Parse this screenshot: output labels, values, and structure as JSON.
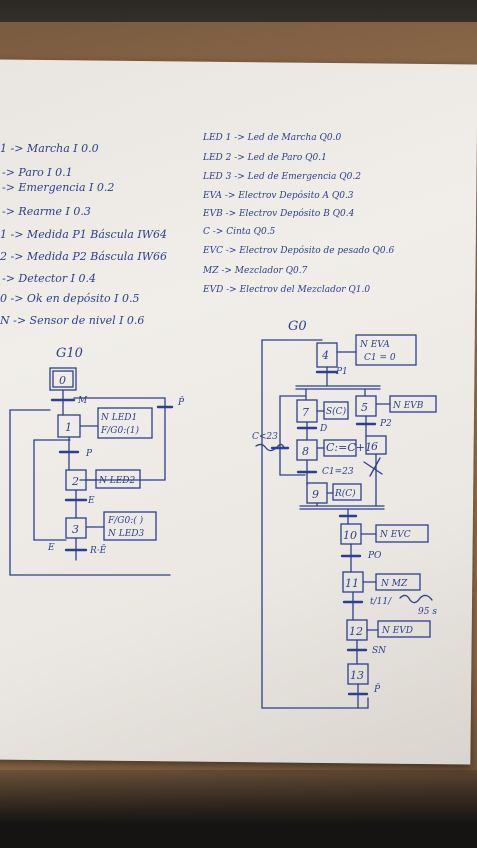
{
  "left_list": [
    "1 -> Marcha  I 0.0",
    "-> Paro  I 0.1",
    "-> Emergencia  I 0.2",
    "-> Rearme  I 0.3",
    "1 -> Medida P1 Báscula  IW64",
    "2 -> Medida P2 Báscula  IW66",
    "-> Detector  I 0.4",
    "0 -> Ok en depósito  I 0.5",
    "N -> Sensor de nivel  I 0.6"
  ],
  "right_list": [
    "LED 1 -> Led de Marcha  Q0.0",
    "LED 2 -> Led de Paro  Q0.1",
    "LED 3 -> Led de Emergencia  Q0.2",
    "EVA -> Electrov  Depósito A  Q0.3",
    "EVB -> Electrov  Depósito B  Q0.4",
    "C -> Cinta  Q0.5",
    "EVC -> Electrov  Depósito de pesado  Q0.6",
    "MZ -> Mezclador  Q0.7",
    "EVD -> Electrov  del Mezclador  Q1.0"
  ],
  "g10": {
    "title": "G10",
    "step0": "0",
    "t_m": "M",
    "t_pbar": "P̄",
    "step1": "1",
    "action1a": "N  LED1",
    "action1b": "F/G0:(1)",
    "t_p": "P",
    "step2": "2",
    "action2": "N  LED2",
    "t_e": "E",
    "step3": "3",
    "action3a": "F/G0:( )",
    "action3b": "N  LED3",
    "t_e_left": "E",
    "t_re": "R·Ē"
  },
  "g0": {
    "title": "G0",
    "step4": "4",
    "action4a": "N  EVA",
    "action4b": "C1 = 0",
    "t_p1": "P1",
    "step7": "7",
    "action7": "S(C)",
    "step5": "5",
    "action5": "N  EVB",
    "t_c123": "C<23",
    "t_d": "D",
    "t_p2": "P2",
    "step8": "8",
    "action8": "C:=C+1",
    "step6": "6",
    "t_c123b": "C1=23",
    "step9": "9",
    "action9": "R(C)",
    "step10": "10",
    "action10": "N  EVC",
    "t_po": "PO",
    "step11": "11",
    "action11": "N  MZ",
    "t_11": "t/11/",
    "t_95": "95 s",
    "step12": "12",
    "action12": "N  EVD",
    "t_sn": "SN",
    "step13": "13",
    "t_pbar": "P̄"
  }
}
